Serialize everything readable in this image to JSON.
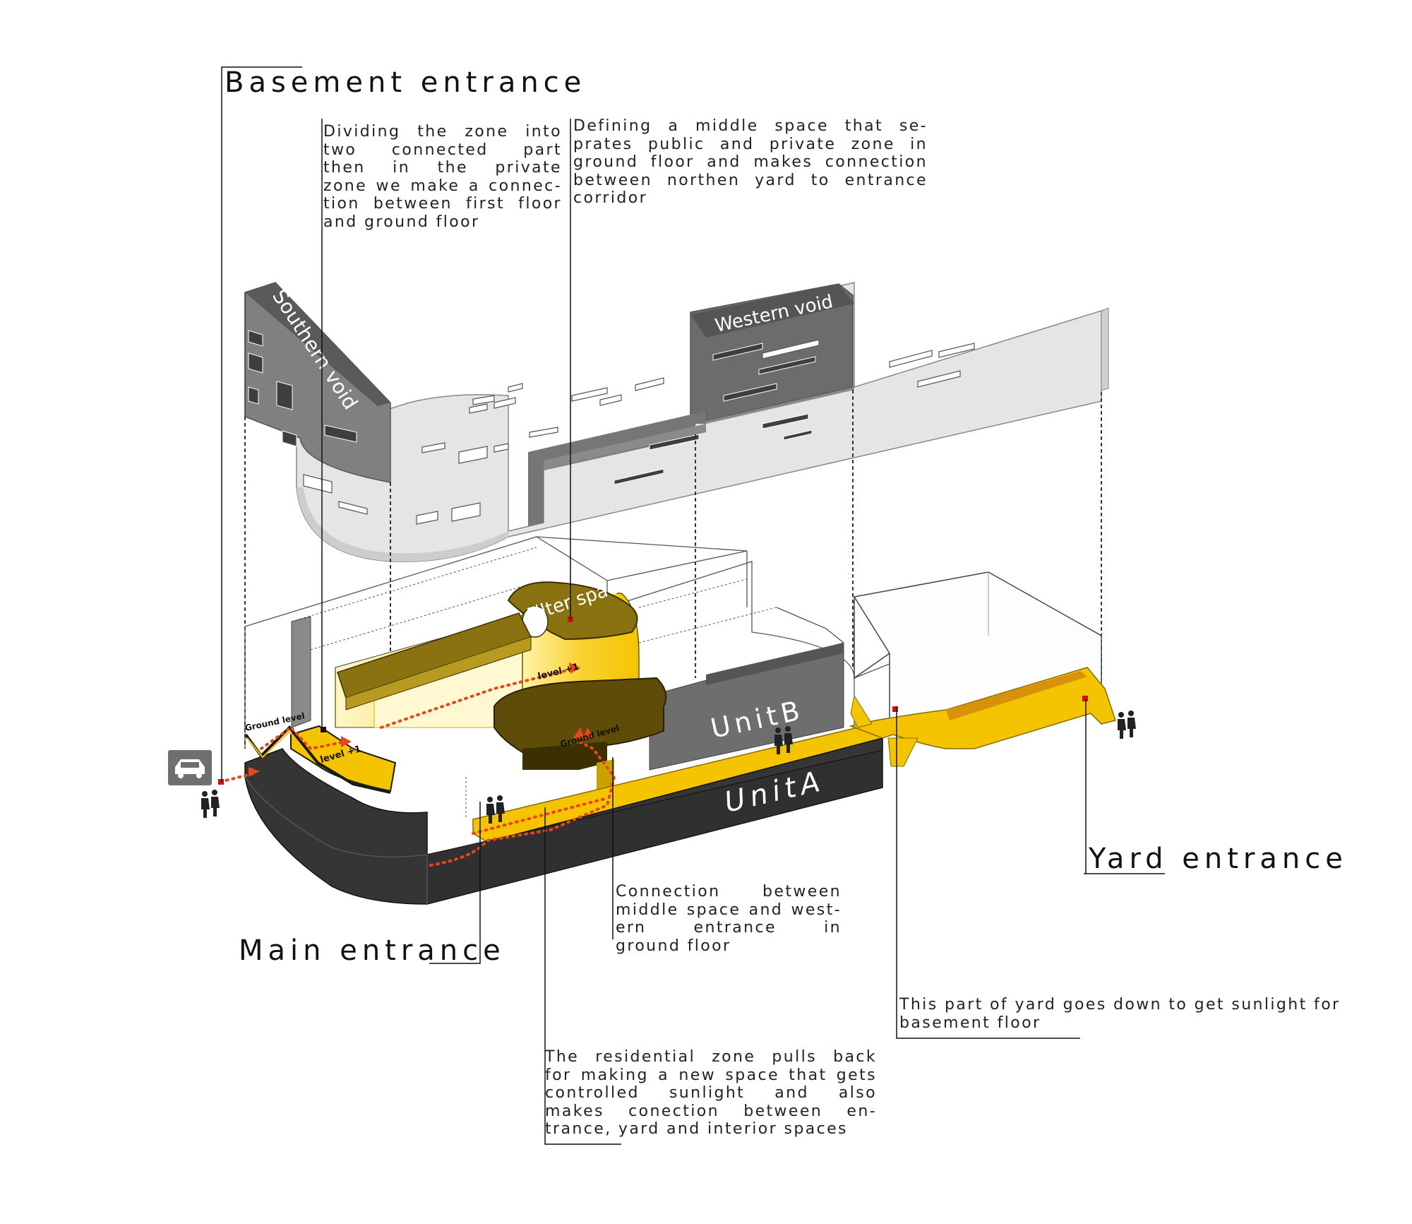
{
  "titles": {
    "basement": "Basement entrance",
    "yard": "Yard entrance",
    "main": "Main entrance"
  },
  "notes": {
    "dividing": [
      "Dividing the zone into",
      "two connected part",
      "then in the private",
      "zone we make a connec-",
      "tion between first floor",
      "and ground floor"
    ],
    "defining": [
      "Defining a middle space that se-",
      "prates public and private zone in",
      "ground floor and makes connection",
      "between northen yard to entrance",
      "corridor"
    ],
    "connection": [
      "Connection between",
      "middle space and west-",
      "ern entrance in",
      "ground floor"
    ],
    "yardpart": [
      "This part of yard goes down to get sunlight  for",
      "basement floor"
    ],
    "residential": [
      "The residential zone pulls back",
      "for making a new space that gets",
      "controlled sunlight and also",
      "makes conection between en-",
      "trance, yard and interior spaces"
    ]
  },
  "diagram_labels": {
    "southern_void": "Southern void",
    "western_void": "Western void",
    "filter_space": "Filter space",
    "unit_b": "UnitB",
    "unit_a": "UnitA",
    "level_1_top": "level +1",
    "ground_level_left": "Ground level",
    "level_1_left": "level +1",
    "ground_level_mid": "Ground level"
  },
  "icons": {
    "car": "car-icon",
    "people": "pedestrian-icon"
  },
  "colors": {
    "yellow": "#f5c400",
    "orange_dark": "#d9900a",
    "dark_block": "#333333",
    "mid_grey": "#6f6f6f",
    "light_grey": "#e2e2e2",
    "path_red": "#e8451f"
  }
}
